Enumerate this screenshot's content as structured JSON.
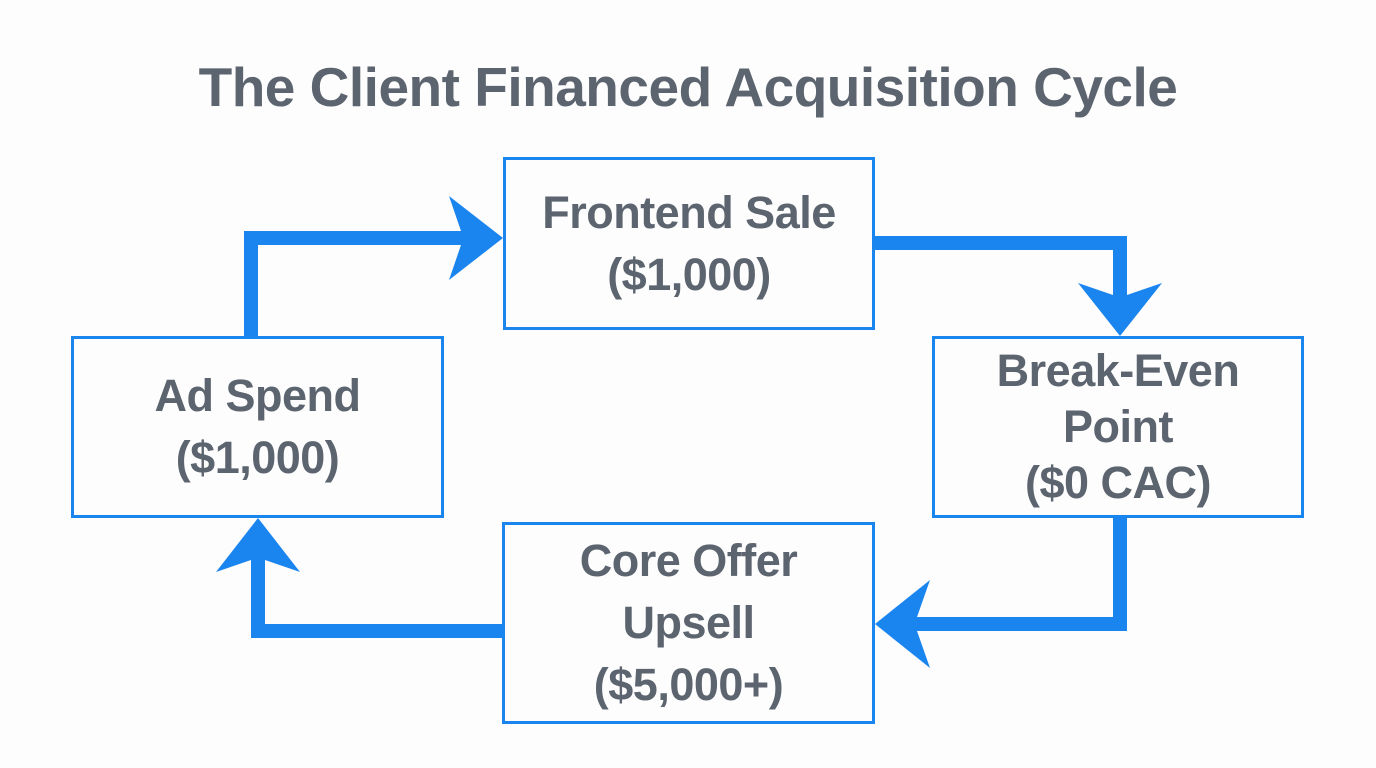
{
  "page": {
    "background_color": "#fdfdfd",
    "accent_color": "#1a85ef",
    "text_color": "#5c646f"
  },
  "title": "The Client Financed Acquisition Cycle",
  "diagram": {
    "type": "cycle-flowchart",
    "nodes": [
      {
        "id": "ad-spend",
        "label": "Ad Spend\n($1,000)",
        "line1": "Ad Spend",
        "line2": "($1,000)"
      },
      {
        "id": "frontend-sale",
        "label": "Frontend Sale\n($1,000)",
        "line1": "Frontend Sale",
        "line2": "($1,000)"
      },
      {
        "id": "break-even",
        "label": "Break-Even\nPoint\n($0 CAC)",
        "line1": "Break-Even",
        "line2": "Point",
        "line3": "($0 CAC)"
      },
      {
        "id": "core-offer",
        "label": "Core Offer\nUpsell\n($5,000+)",
        "line1": "Core Offer",
        "line2": "Upsell",
        "line3": "($5,000+)"
      }
    ],
    "edges": [
      {
        "id": "ad-spend-to-frontend-sale",
        "from": "ad-spend",
        "to": "frontend-sale",
        "direction": "right"
      },
      {
        "id": "frontend-sale-to-break-even",
        "from": "frontend-sale",
        "to": "break-even",
        "direction": "down"
      },
      {
        "id": "break-even-to-core-offer",
        "from": "break-even",
        "to": "core-offer",
        "direction": "left"
      },
      {
        "id": "core-offer-to-ad-spend",
        "from": "core-offer",
        "to": "ad-spend",
        "direction": "up"
      }
    ]
  }
}
